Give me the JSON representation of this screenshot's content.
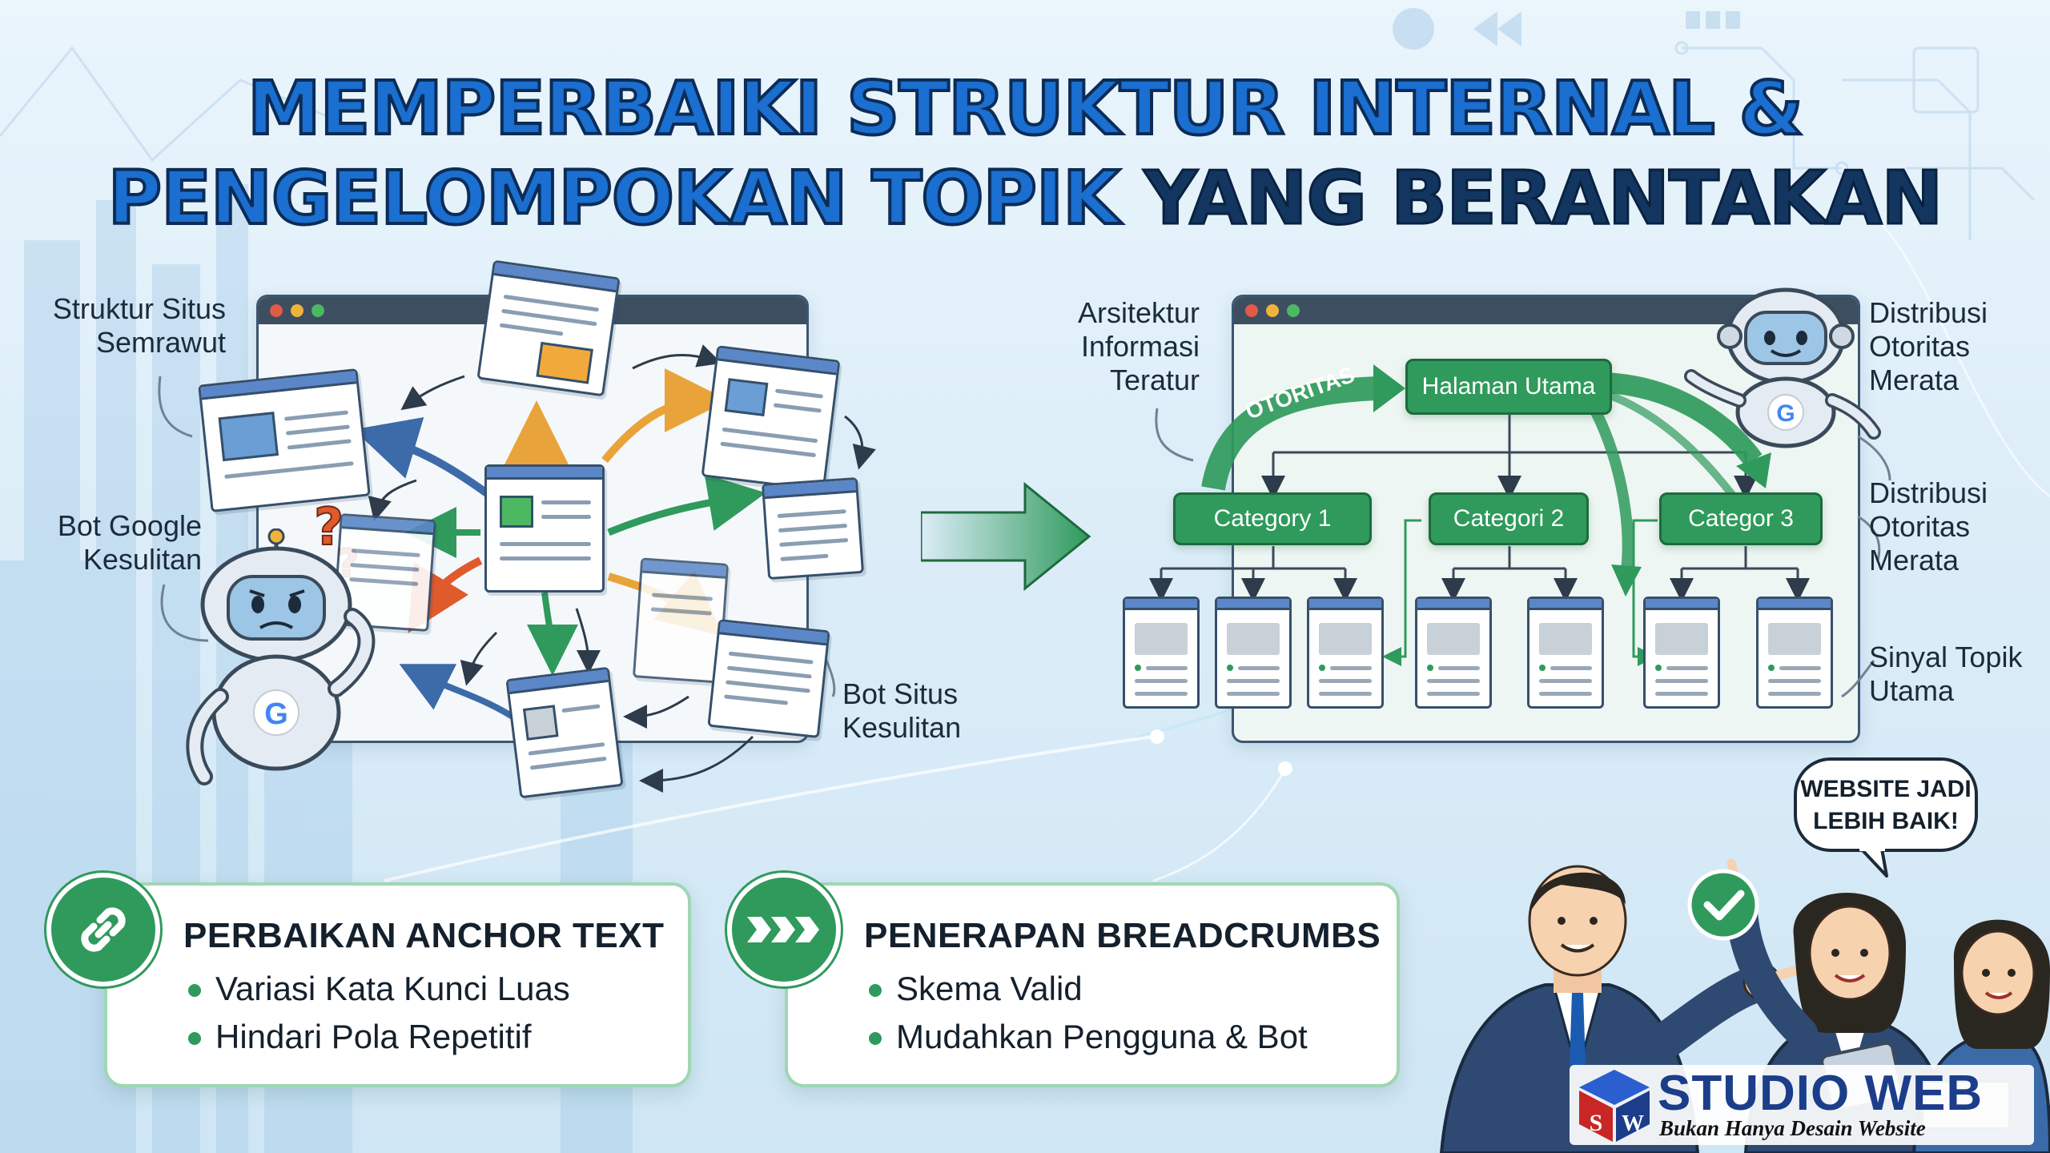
{
  "title": {
    "line1": "MEMPERBAIKI STRUKTUR INTERNAL &",
    "line2_blue": "PENGELOMPOKAN TOPIK",
    "line2_dark": "YANG BERANTAKAN"
  },
  "left_panel": {
    "label_structure": [
      "Struktur Situs",
      "Semrawut"
    ],
    "label_bot_google": [
      "Bot Google",
      "Kesulitan"
    ],
    "label_bot_site": [
      "Bot Situs",
      "Kesulitan"
    ]
  },
  "right_panel": {
    "label_architecture": [
      "Arsitektur",
      "Informasi",
      "Teratur"
    ],
    "label_distribution_top": [
      "Distribusi",
      "Otoritas",
      "Merata"
    ],
    "label_distribution_mid": [
      "Distribusi",
      "Otoritas",
      "Merata"
    ],
    "label_signal": [
      "Sinyal Topik",
      "Utama"
    ],
    "authority_label": "OTORITAS",
    "root": "Halaman Utama",
    "categories": [
      "Category 1",
      "Categori 2",
      "Categor 3"
    ]
  },
  "cards": [
    {
      "title": "PERBAIKAN ANCHOR TEXT",
      "icon": "link-icon",
      "bullets": [
        "Variasi Kata Kunci Luas",
        "Hindari Pola Repetitif"
      ]
    },
    {
      "title": "PENERAPAN BREADCRUMBS",
      "icon": "chevrons-icon",
      "bullets": [
        "Skema Valid",
        "Mudahkan Pengguna & Bot"
      ]
    }
  ],
  "speech_bubble": [
    "WEBSITE JADI",
    "LEBIH BAIK!"
  ],
  "logo": {
    "name": "STUDIO WEB",
    "tagline": "Bukan Hanya Desain Website"
  },
  "colors": {
    "title_blue": "#1a6fd0",
    "title_dark": "#12365f",
    "accent_green": "#2f9a5c",
    "doc_header": "#5b87c9",
    "arrow_orange": "#e8a43a",
    "arrow_red": "#e05a2c"
  }
}
